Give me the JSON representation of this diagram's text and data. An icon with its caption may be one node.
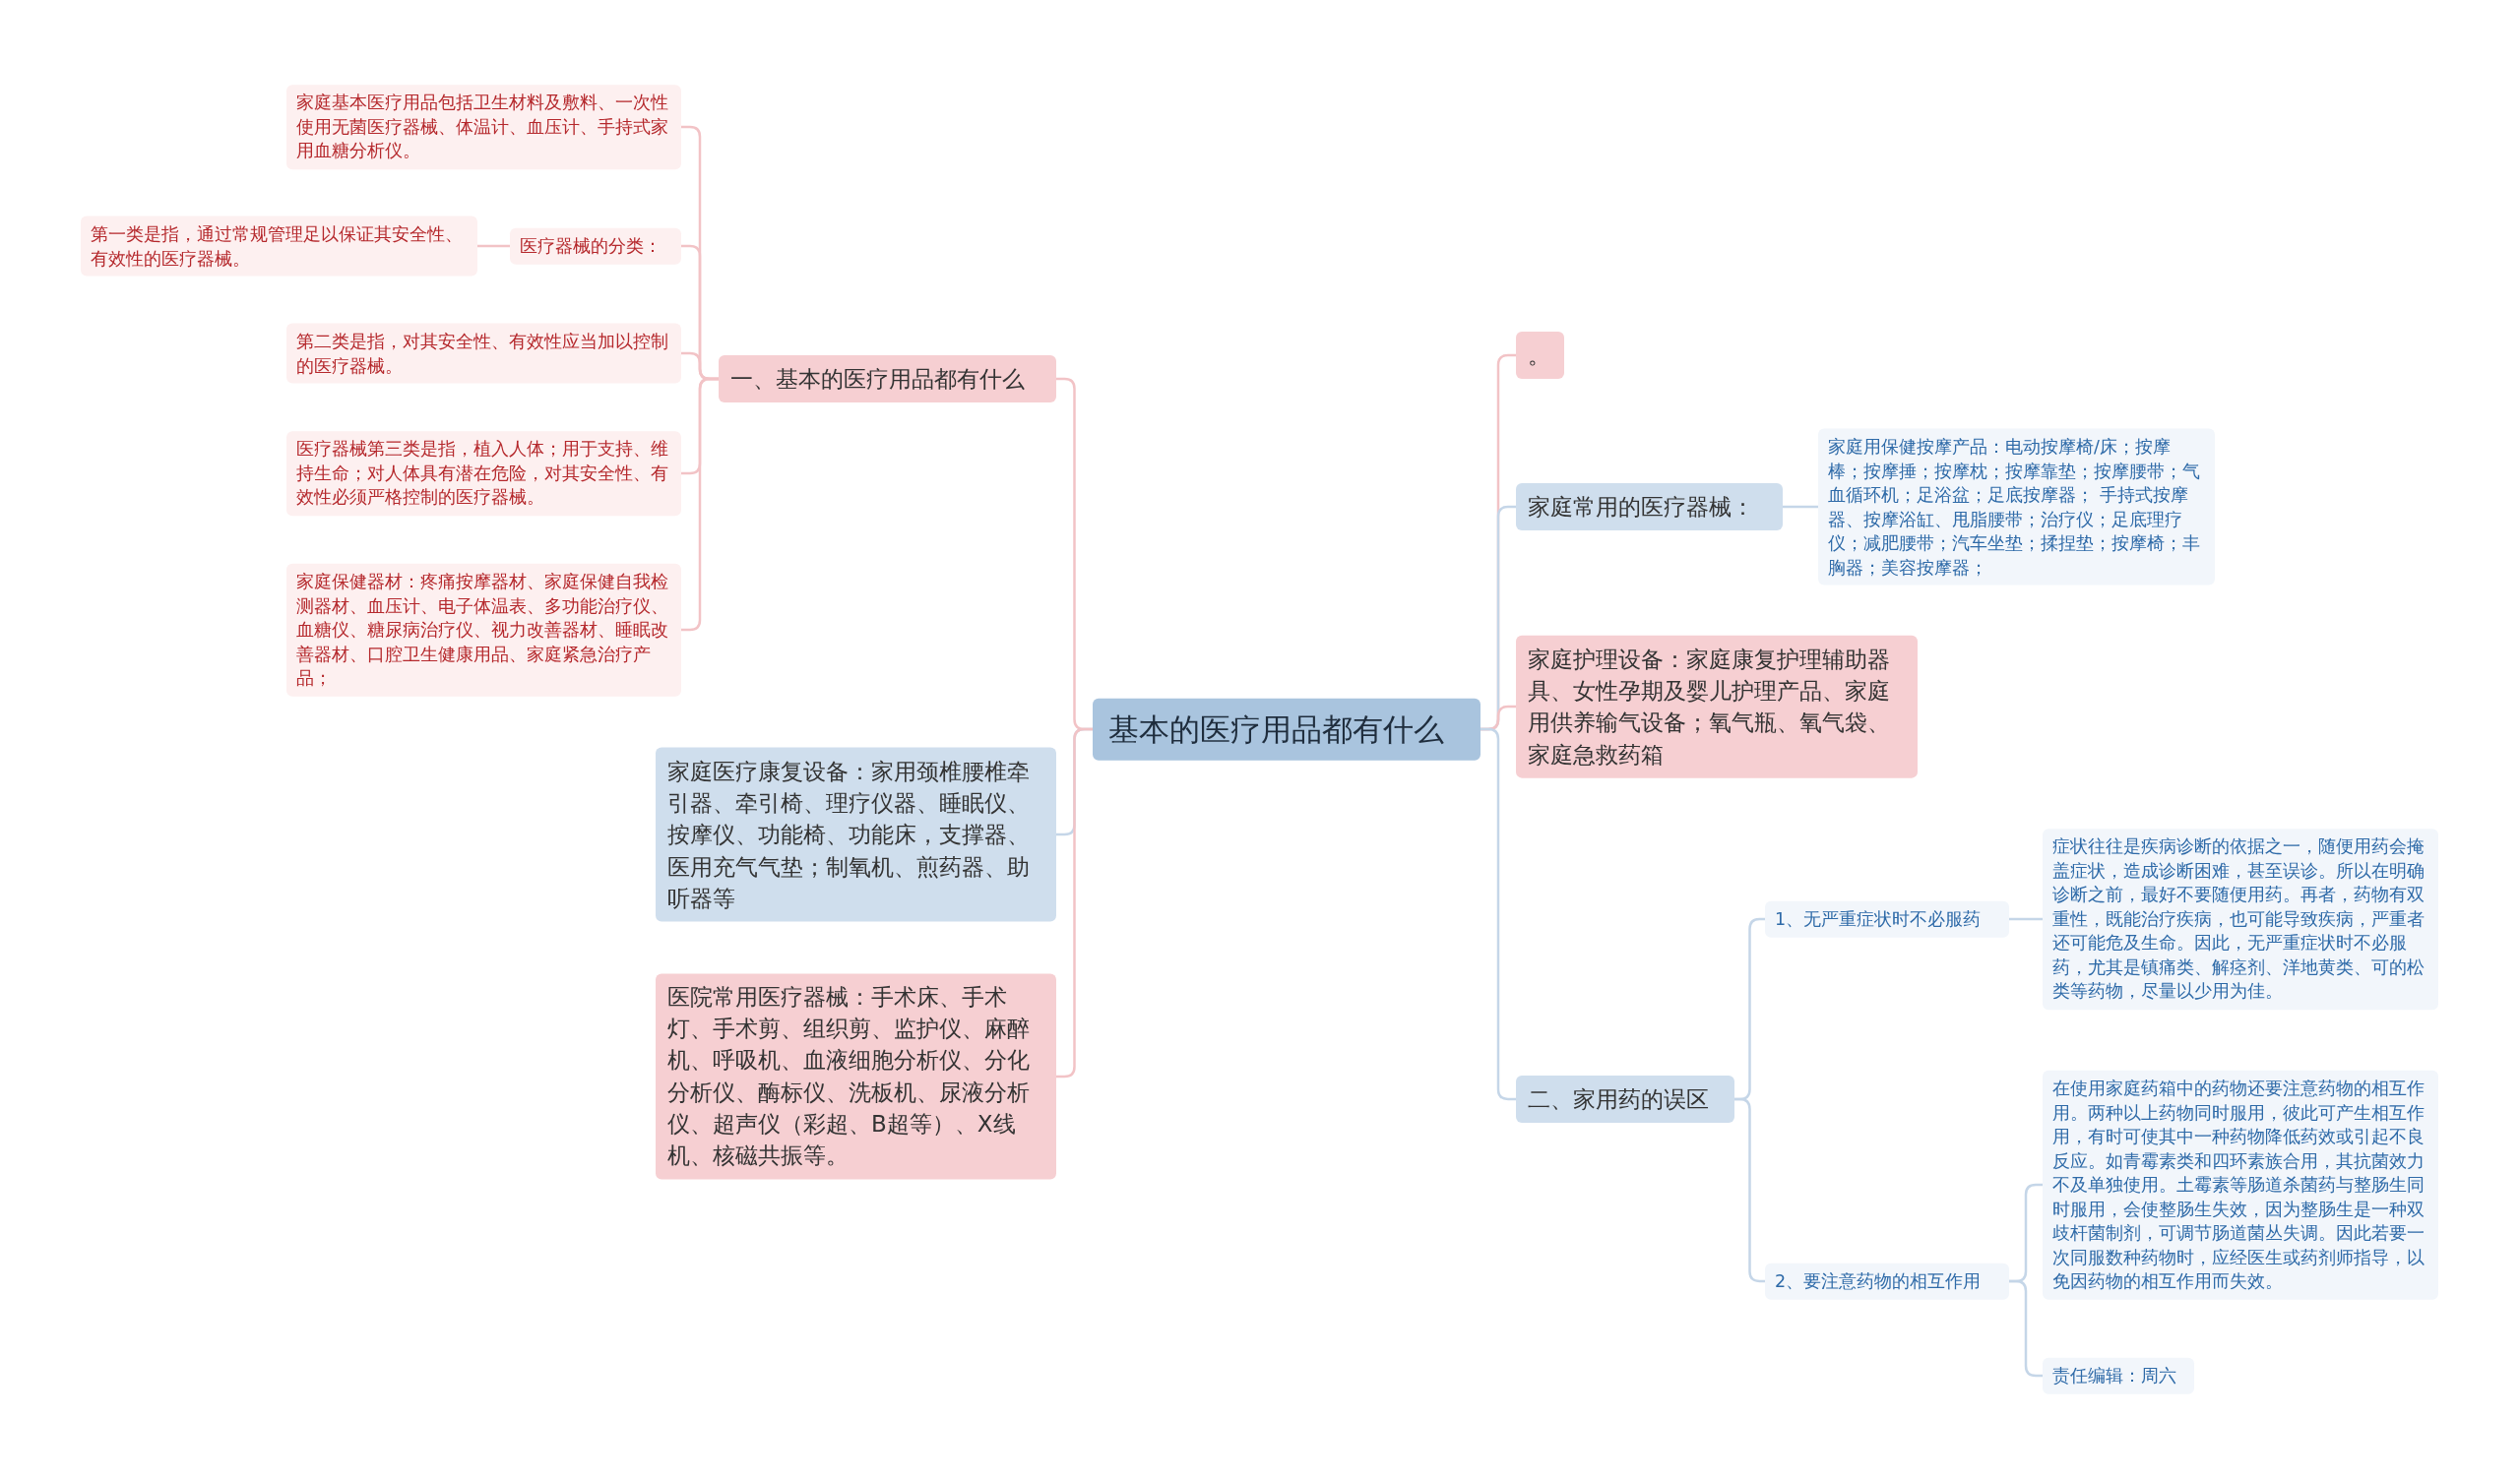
{
  "diagram": {
    "nodes": [
      {
        "text": [
          "基本的医疗用品都有什么"
        ]
      },
      {
        "text": [
          "一、基本的医疗用品都有什么"
        ]
      },
      {
        "text": [
          "家庭基本医疗用品包括卫生材料及敷料、一次性使用无菌医疗器械、体温计、血压计、手持式家用血糖分析仪。"
        ]
      },
      {
        "text": [
          "医疗器械的分类："
        ]
      },
      {
        "text": [
          "第一类是指，通过常规管理足以保证其安全性、有效性的医疗器械。"
        ]
      },
      {
        "text": [
          "第二类是指，对其安全性、有效性应当加以控制的医疗器械。"
        ]
      },
      {
        "text": [
          "医疗器械第三类是指，植入人体；用于支持、维持生命；对人体具有潜在危险，对其安全性、有效性必须严格控制的医疗器械。"
        ]
      },
      {
        "text": [
          "家庭保健器材：疼痛按摩器材、家庭保健自我检测器材、血压计、电子体温表、多功能治疗仪、血糖仪、糖尿病治疗仪、视力改善器材、睡眠改善器材、口腔卫生健康用品、家庭紧急治疗产品；"
        ]
      },
      {
        "text": [
          "家庭医疗康复设备：家用颈椎腰椎牵引器、牵引椅、理疗仪器、睡眠仪、按摩仪、功能椅、功能床，支撑器、医用充气气垫；制氧机、煎药器、助听器等"
        ]
      },
      {
        "text": [
          "医院常用医疗器械：手术床、手术灯、手术剪、组织剪、监护仪、麻醉机、呼吸机、血液细胞分析仪、分化分析仪、酶标仪、洗板机、尿液分析仪、超声仪（彩超、B超等）、X线机、核磁共振等。"
        ]
      },
      {
        "text": [
          "。"
        ]
      },
      {
        "text": [
          "家庭常用的医疗器械："
        ]
      },
      {
        "text": [
          "家庭用保健按摩产品：电动按摩椅/床；按摩棒；按摩捶；按摩枕；按摩靠垫；按摩腰带；气血循环机；足浴盆；足底按摩器； 手持式按摩器、按摩浴缸、甩脂腰带；治疗仪；足底理疗仪；减肥腰带；汽车坐垫；揉捏垫；按摩椅；丰胸器；美容按摩器；"
        ]
      },
      {
        "text": [
          "家庭护理设备：家庭康复护理辅助器具、女性孕期及婴儿护理产品、家庭用供养输气设备；氧气瓶、氧气袋、家庭急救药箱"
        ]
      },
      {
        "text": [
          "二、家用药的误区"
        ]
      },
      {
        "text": [
          "1、无严重症状时不必服药"
        ]
      },
      {
        "text": [
          "症状往往是疾病诊断的依据之一，随便用药会掩盖症状，造成诊断困难，甚至误诊。所以在明确诊断之前，最好不要随便用药。再者，药物有双重性，既能治疗疾病，也可能导致疾病，严重者还可能危及生命。因此，无严重症状时不必服药，尤其是镇痛类、解痉剂、洋地黄类、可的松类等药物，尽量以少用为佳。"
        ]
      },
      {
        "text": [
          "2、要注意药物的相互作用"
        ]
      },
      {
        "text": [
          "在使用家庭药箱中的药物还要注意药物的相互作用。两种以上药物同时服用，彼此可产生相互作用，有时可使其中一种药物降低药效或引起不良反应。如青霉素类和四环素族合用，其抗菌效力不及单独使用。土霉素等肠道杀菌药与整肠生同时服用，会使整肠生失效，因为整肠生是一种双歧杆菌制剂，可调节肠道菌丛失调。因此若要一次同服数种药物时，应经医生或药剂师指导，以免因药物的相互作用而失效。"
        ]
      },
      {
        "text": [
          "责任编辑：周六"
        ]
      }
    ],
    "edges": [
      {
        "from": 0,
        "to": 1,
        "arrow": "none"
      },
      {
        "from": 1,
        "to": 2,
        "arrow": "none"
      },
      {
        "from": 1,
        "to": 3,
        "arrow": "none"
      },
      {
        "from": 3,
        "to": 4,
        "arrow": "none"
      },
      {
        "from": 1,
        "to": 5,
        "arrow": "none"
      },
      {
        "from": 1,
        "to": 6,
        "arrow": "none"
      },
      {
        "from": 1,
        "to": 7,
        "arrow": "none"
      },
      {
        "from": 0,
        "to": 8,
        "arrow": "none",
        "color": "#c5d6e8"
      },
      {
        "from": 0,
        "to": 9,
        "arrow": "none"
      },
      {
        "from": 0,
        "to": 10,
        "arrow": "none"
      },
      {
        "from": 0,
        "to": 11,
        "arrow": "none",
        "color": "#c5d6e8"
      },
      {
        "from": 11,
        "to": 12,
        "arrow": "none",
        "color": "#c5d6e8"
      },
      {
        "from": 0,
        "to": 13,
        "arrow": "none"
      },
      {
        "from": 0,
        "to": 14,
        "arrow": "none",
        "color": "#c5d6e8"
      },
      {
        "from": 14,
        "to": 15,
        "arrow": "none",
        "color": "#c5d6e8"
      },
      {
        "from": 15,
        "to": 16,
        "arrow": "none",
        "color": "#c5d6e8"
      },
      {
        "from": 14,
        "to": 17,
        "arrow": "none",
        "color": "#c5d6e8"
      },
      {
        "from": 17,
        "to": 18,
        "arrow": "none",
        "color": "#c5d6e8"
      },
      {
        "from": 17,
        "to": 19,
        "arrow": "none",
        "color": "#c5d6e8"
      }
    ]
  }
}
